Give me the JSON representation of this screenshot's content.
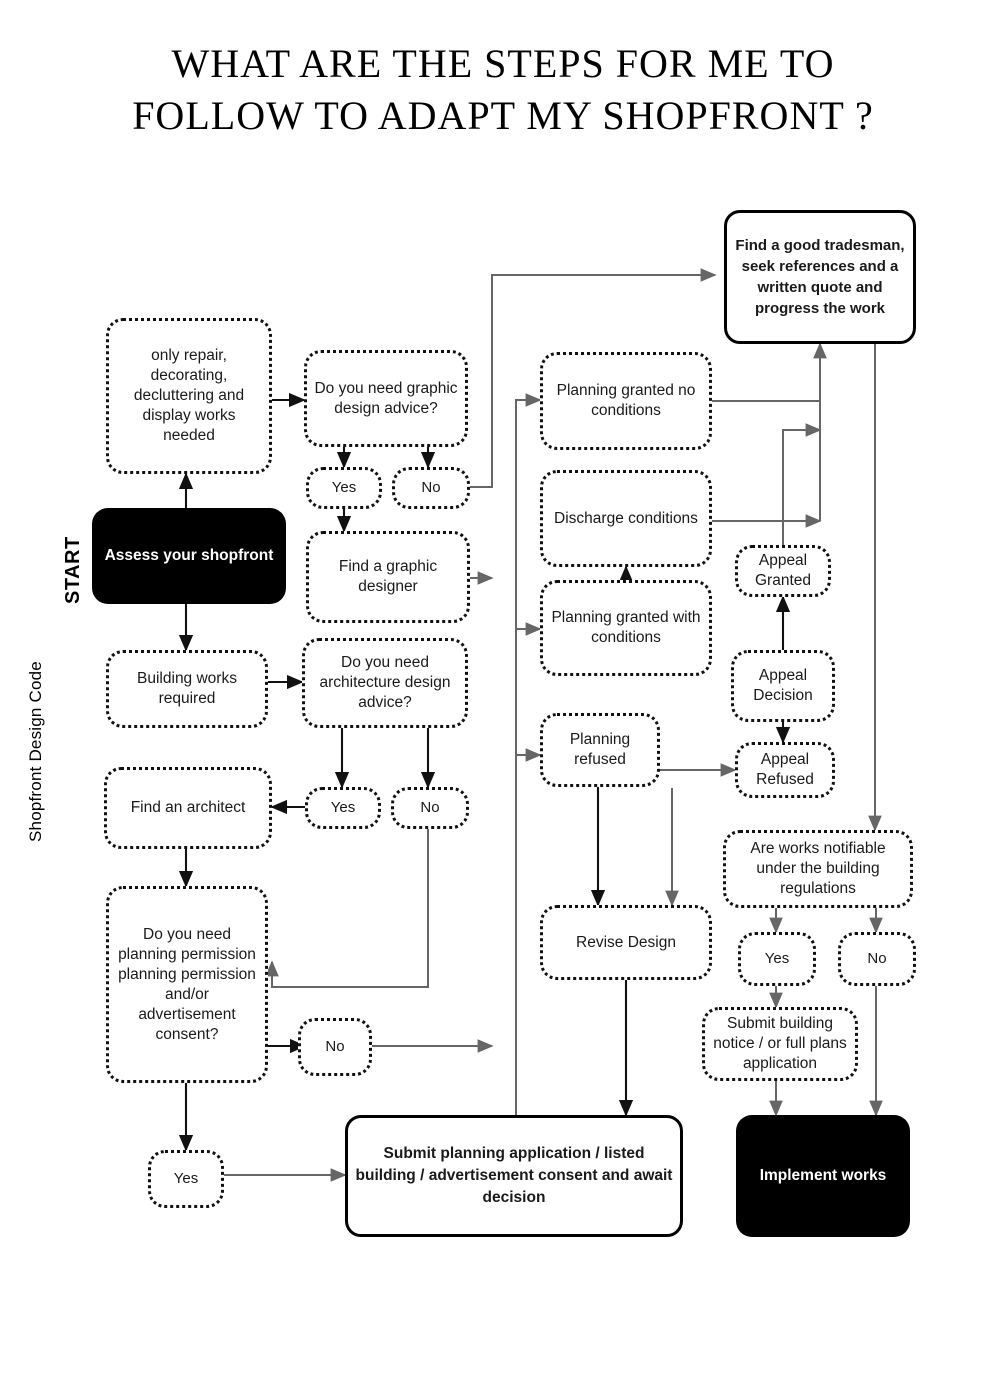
{
  "title": {
    "line1": "WHAT ARE THE STEPS FOR ME TO",
    "line2": "FOLLOW TO ADAPT MY SHOPFRONT ?"
  },
  "side_labels": {
    "start": "START",
    "design_code": "Shopfront Design Code"
  },
  "colors": {
    "ink": "#000000",
    "paper": "#ffffff",
    "wire": "#555555",
    "dotted_border": "#111111"
  },
  "chart_data": {
    "type": "diagram",
    "diagram_kind": "flowchart",
    "title": "WHAT ARE THE STEPS FOR ME TO FOLLOW TO ADAPT MY SHOPFRONT ?",
    "nodes": [
      {
        "id": "assess",
        "label": "Assess your shopfront",
        "style": "filled"
      },
      {
        "id": "only_repair",
        "label": "only repair, decorating, decluttering and display works needed",
        "style": "dotted"
      },
      {
        "id": "building_works",
        "label": "Building works required",
        "style": "dotted"
      },
      {
        "id": "find_architect",
        "label": "Find an architect",
        "style": "dotted"
      },
      {
        "id": "need_planning",
        "label": "Do you need planning permission planning permission and/or advertisement consent?",
        "style": "dotted"
      },
      {
        "id": "yes_planning",
        "label": "Yes",
        "style": "dotted"
      },
      {
        "id": "no_planning",
        "label": "No",
        "style": "dotted"
      },
      {
        "id": "need_graphic",
        "label": "Do you need graphic design advice?",
        "style": "dotted"
      },
      {
        "id": "yes_graphic",
        "label": "Yes",
        "style": "dotted"
      },
      {
        "id": "no_graphic",
        "label": "No",
        "style": "dotted"
      },
      {
        "id": "find_graphic",
        "label": "Find a graphic designer",
        "style": "dotted"
      },
      {
        "id": "need_arch",
        "label": "Do you need architecture design advice?",
        "style": "dotted"
      },
      {
        "id": "yes_arch",
        "label": "Yes",
        "style": "dotted"
      },
      {
        "id": "no_arch",
        "label": "No",
        "style": "dotted"
      },
      {
        "id": "granted_no_cond",
        "label": "Planning granted no conditions",
        "style": "dotted"
      },
      {
        "id": "discharge",
        "label": "Discharge conditions",
        "style": "dotted"
      },
      {
        "id": "granted_with_cond",
        "label": "Planning granted with conditions",
        "style": "dotted"
      },
      {
        "id": "refused",
        "label": "Planning refused",
        "style": "dotted"
      },
      {
        "id": "revise",
        "label": "Revise Design",
        "style": "dotted"
      },
      {
        "id": "submit_planning",
        "label": "Submit planning application / listed building / advertisement consent and await decision",
        "style": "solid"
      },
      {
        "id": "tradesman",
        "label": "Find a good tradesman, seek references and a written quote and progress the work",
        "style": "solid"
      },
      {
        "id": "appeal_granted",
        "label": "Appeal Granted",
        "style": "dotted"
      },
      {
        "id": "appeal_decision",
        "label": "Appeal Decision",
        "style": "dotted"
      },
      {
        "id": "appeal_refused",
        "label": "Appeal Refused",
        "style": "dotted"
      },
      {
        "id": "notifiable",
        "label": "Are works notifiable under the building regulations",
        "style": "dotted"
      },
      {
        "id": "yes_notif",
        "label": "Yes",
        "style": "dotted"
      },
      {
        "id": "no_notif",
        "label": "No",
        "style": "dotted"
      },
      {
        "id": "submit_building",
        "label": "Submit building notice / or full plans application",
        "style": "dotted"
      },
      {
        "id": "implement",
        "label": "Implement works",
        "style": "filled"
      }
    ],
    "edges": [
      {
        "from": "assess",
        "to": "only_repair"
      },
      {
        "from": "assess",
        "to": "building_works"
      },
      {
        "from": "only_repair",
        "to": "need_graphic"
      },
      {
        "from": "need_graphic",
        "to": "yes_graphic"
      },
      {
        "from": "need_graphic",
        "to": "no_graphic"
      },
      {
        "from": "yes_graphic",
        "to": "find_graphic"
      },
      {
        "from": "no_graphic",
        "to": "tradesman"
      },
      {
        "from": "find_graphic",
        "to": "tradesman"
      },
      {
        "from": "building_works",
        "to": "need_arch"
      },
      {
        "from": "need_arch",
        "to": "yes_arch"
      },
      {
        "from": "need_arch",
        "to": "no_arch"
      },
      {
        "from": "yes_arch",
        "to": "find_architect"
      },
      {
        "from": "find_architect",
        "to": "need_planning"
      },
      {
        "from": "no_arch",
        "to": "need_planning"
      },
      {
        "from": "need_planning",
        "to": "yes_planning"
      },
      {
        "from": "need_planning",
        "to": "no_planning"
      },
      {
        "from": "yes_planning",
        "to": "submit_planning"
      },
      {
        "from": "no_planning",
        "to": "tradesman"
      },
      {
        "from": "submit_planning",
        "to": "granted_no_cond"
      },
      {
        "from": "submit_planning",
        "to": "granted_with_cond"
      },
      {
        "from": "submit_planning",
        "to": "refused"
      },
      {
        "from": "granted_with_cond",
        "to": "discharge"
      },
      {
        "from": "granted_no_cond",
        "to": "tradesman"
      },
      {
        "from": "discharge",
        "to": "tradesman"
      },
      {
        "from": "refused",
        "to": "revise"
      },
      {
        "from": "refused",
        "to": "appeal_refused"
      },
      {
        "from": "appeal_refused",
        "to": "revise"
      },
      {
        "from": "appeal_decision",
        "to": "appeal_granted"
      },
      {
        "from": "appeal_decision",
        "to": "appeal_refused"
      },
      {
        "from": "appeal_granted",
        "to": "tradesman"
      },
      {
        "from": "revise",
        "to": "submit_planning"
      },
      {
        "from": "tradesman",
        "to": "notifiable"
      },
      {
        "from": "notifiable",
        "to": "yes_notif"
      },
      {
        "from": "notifiable",
        "to": "no_notif"
      },
      {
        "from": "yes_notif",
        "to": "submit_building"
      },
      {
        "from": "submit_building",
        "to": "implement"
      },
      {
        "from": "no_notif",
        "to": "implement"
      }
    ]
  }
}
